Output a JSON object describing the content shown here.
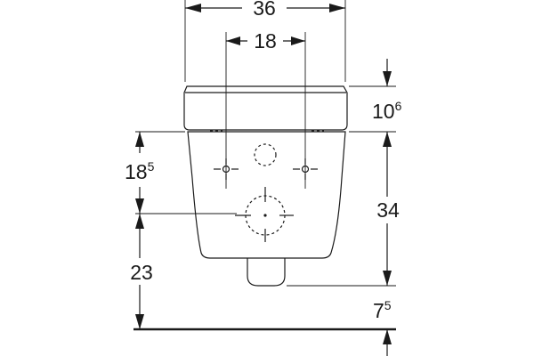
{
  "dimensions": {
    "width_total": "36",
    "fixing_spacing": "18",
    "seat_height_base": "10",
    "seat_height_sup": "6",
    "fixing_height_base": "18",
    "fixing_height_sup": "5",
    "body_height": "34",
    "outlet_height": "23",
    "floor_gap_base": "7",
    "floor_gap_sup": "5"
  }
}
